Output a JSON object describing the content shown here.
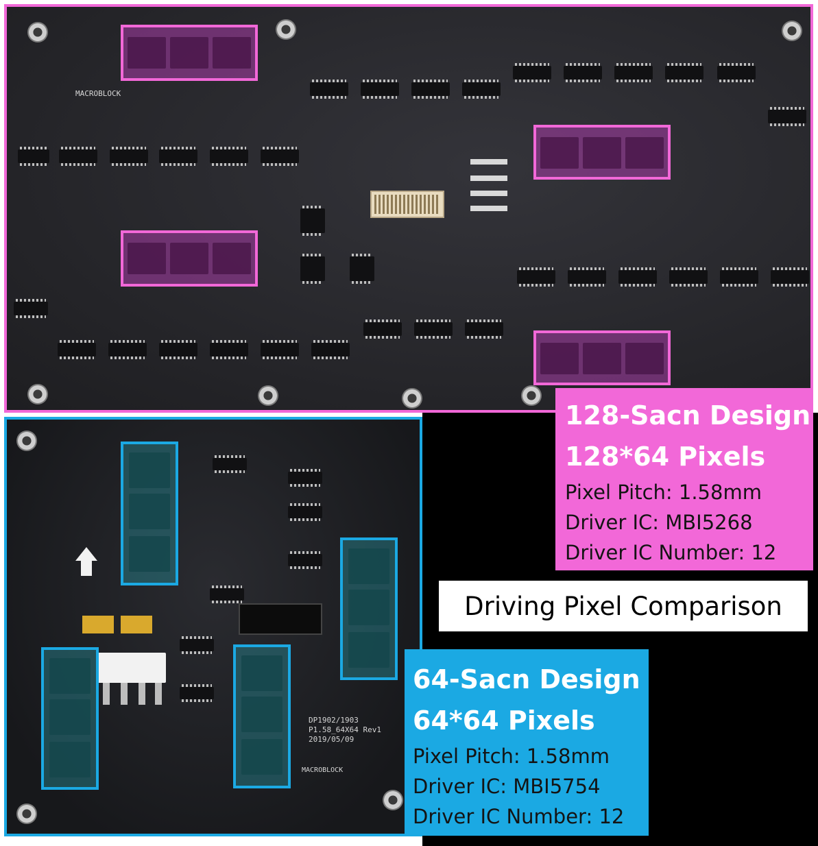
{
  "board_top": {
    "silk_logo": "MACROBLOCK",
    "panel": {
      "title_line1": "128-Sacn Design",
      "title_line2": "128*64 Pixels",
      "pitch": "Pixel Pitch: 1.58mm",
      "driver": "Driver IC: MBI5268",
      "driver_count": "Driver IC Number: 12"
    }
  },
  "board_bottom": {
    "silk_model": "DP1902/1903",
    "silk_variant": "P1.58_64X64 Rev1",
    "silk_date": "2019/05/09",
    "silk_logo": "MACROBLOCK",
    "panel": {
      "title_line1": "64-Sacn Design",
      "title_line2": "64*64 Pixels",
      "pitch": "Pixel Pitch: 1.58mm",
      "driver": "Driver IC: MBI5754",
      "driver_count": "Driver IC Number: 12"
    }
  },
  "comparison_label": "Driving Pixel Comparison",
  "colors": {
    "accent_128": "#f268d8",
    "accent_64": "#1ba9e3"
  }
}
